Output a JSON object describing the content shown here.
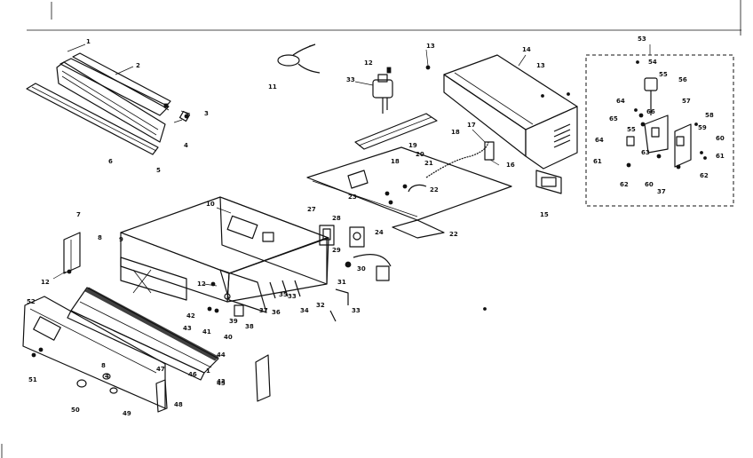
{
  "callouts": [
    {
      "id": "c-1a",
      "text": "1"
    },
    {
      "id": "c-2",
      "text": "2"
    },
    {
      "id": "c-3",
      "text": "3"
    },
    {
      "id": "c-4",
      "text": "4"
    },
    {
      "id": "c-5",
      "text": "5"
    },
    {
      "id": "c-6",
      "text": "6"
    },
    {
      "id": "c-7",
      "text": "7"
    },
    {
      "id": "c-8",
      "text": "8"
    },
    {
      "id": "c-9",
      "text": "9"
    },
    {
      "id": "c-10",
      "text": "10"
    },
    {
      "id": "c-11",
      "text": "11"
    },
    {
      "id": "c-12a",
      "text": "12"
    },
    {
      "id": "c-12b",
      "text": "12"
    },
    {
      "id": "c-12c",
      "text": "12"
    },
    {
      "id": "c-13a",
      "text": "13"
    },
    {
      "id": "c-13b",
      "text": "13"
    },
    {
      "id": "c-14",
      "text": "14"
    },
    {
      "id": "c-15",
      "text": "15"
    },
    {
      "id": "c-16",
      "text": "16"
    },
    {
      "id": "c-17",
      "text": "17"
    },
    {
      "id": "c-18a",
      "text": "18"
    },
    {
      "id": "c-18b",
      "text": "18"
    },
    {
      "id": "c-19",
      "text": "19"
    },
    {
      "id": "c-20",
      "text": "20"
    },
    {
      "id": "c-21",
      "text": "21"
    },
    {
      "id": "c-22a",
      "text": "22"
    },
    {
      "id": "c-22b",
      "text": "22"
    },
    {
      "id": "c-23",
      "text": "23"
    },
    {
      "id": "c-24",
      "text": "24"
    },
    {
      "id": "c-27",
      "text": "27"
    },
    {
      "id": "c-28",
      "text": "28"
    },
    {
      "id": "c-29",
      "text": "29"
    },
    {
      "id": "c-30",
      "text": "30"
    },
    {
      "id": "c-31",
      "text": "31"
    },
    {
      "id": "c-32",
      "text": "32"
    },
    {
      "id": "c-33a",
      "text": "33"
    },
    {
      "id": "c-33b",
      "text": "33"
    },
    {
      "id": "c-34",
      "text": "34"
    },
    {
      "id": "c-35",
      "text": "35"
    },
    {
      "id": "c-36",
      "text": "36"
    },
    {
      "id": "c-37",
      "text": "37"
    },
    {
      "id": "c-38",
      "text": "38"
    },
    {
      "id": "c-39",
      "text": "39"
    },
    {
      "id": "c-40",
      "text": "40"
    },
    {
      "id": "c-41",
      "text": "41"
    },
    {
      "id": "c-42",
      "text": "42"
    },
    {
      "id": "c-43a",
      "text": "43"
    },
    {
      "id": "c-43b",
      "text": "43"
    },
    {
      "id": "c-44",
      "text": "44"
    },
    {
      "id": "c-45",
      "text": "45"
    },
    {
      "id": "c-46",
      "text": "46"
    },
    {
      "id": "c-47",
      "text": "47"
    },
    {
      "id": "c-48",
      "text": "48"
    },
    {
      "id": "c-49",
      "text": "49"
    },
    {
      "id": "c-50",
      "text": "50"
    },
    {
      "id": "c-51",
      "text": "51"
    },
    {
      "id": "c-52",
      "text": "52"
    },
    {
      "id": "c-1b",
      "text": "1"
    },
    {
      "id": "c-8b",
      "text": "8"
    },
    {
      "id": "c-4b",
      "text": "4"
    },
    {
      "id": "c-53",
      "text": "53"
    },
    {
      "id": "c-54",
      "text": "54"
    },
    {
      "id": "c-55",
      "text": "55"
    },
    {
      "id": "c-56",
      "text": "56"
    },
    {
      "id": "c-57",
      "text": "57"
    },
    {
      "id": "c-58",
      "text": "58"
    },
    {
      "id": "c-59",
      "text": "59"
    },
    {
      "id": "c-60a",
      "text": "60"
    },
    {
      "id": "c-60b",
      "text": "60"
    },
    {
      "id": "c-61a",
      "text": "61"
    },
    {
      "id": "c-61b",
      "text": "61"
    },
    {
      "id": "c-62a",
      "text": "62"
    },
    {
      "id": "c-62b",
      "text": "62"
    },
    {
      "id": "c-63",
      "text": "63"
    },
    {
      "id": "c-64a",
      "text": "64"
    },
    {
      "id": "c-64b",
      "text": "64"
    },
    {
      "id": "c-65",
      "text": "65"
    },
    {
      "id": "c-66",
      "text": "66"
    },
    {
      "id": "c-33c",
      "text": "33"
    },
    {
      "id": "c-37b",
      "text": "37"
    },
    {
      "id": "c-55b",
      "text": "55"
    }
  ]
}
